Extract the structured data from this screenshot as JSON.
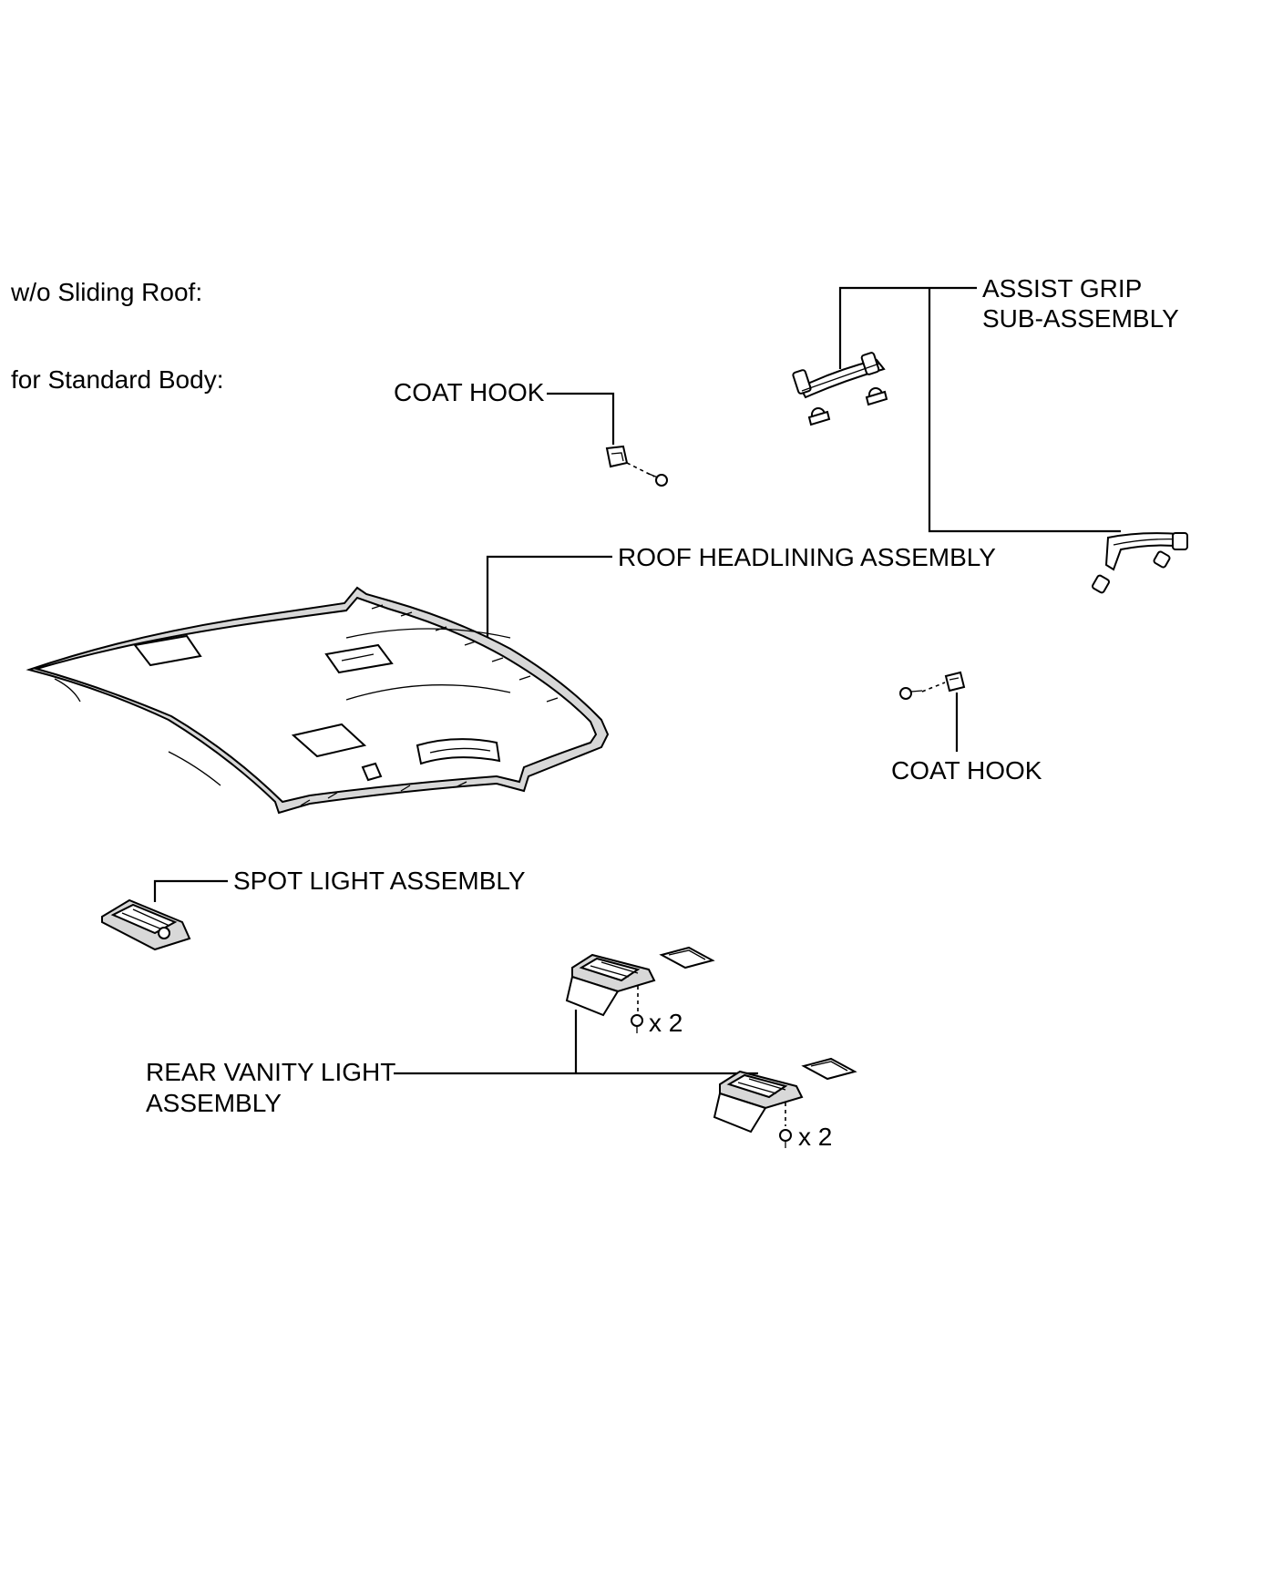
{
  "header": {
    "condition_1": "w/o Sliding Roof:",
    "condition_2": "for Standard Body:"
  },
  "labels": {
    "assist_grip_line1": "ASSIST GRIP",
    "assist_grip_line2": "SUB-ASSEMBLY",
    "coat_hook_top": "COAT HOOK",
    "roof_headlining": "ROOF HEADLINING ASSEMBLY",
    "coat_hook_bottom": "COAT HOOK",
    "spot_light": "SPOT LIGHT ASSEMBLY",
    "rear_vanity_line1": "REAR VANITY LIGHT",
    "rear_vanity_line2": "ASSEMBLY",
    "qty_1": "x 2",
    "qty_2": "x 2"
  }
}
